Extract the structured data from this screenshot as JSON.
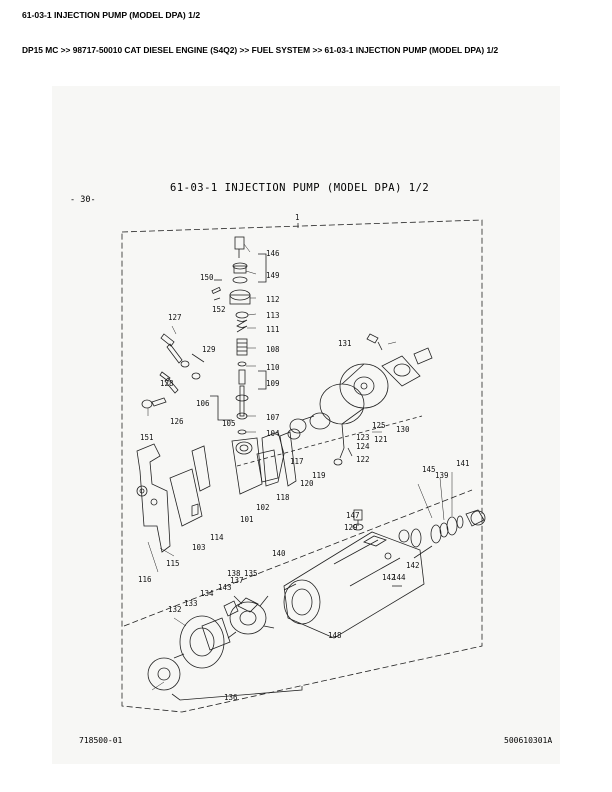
{
  "header": {
    "title": "61-03-1 INJECTION PUMP (MODEL DPA) 1/2",
    "breadcrumb": "DP15 MC >> 98717-50010 CAT DIESEL ENGINE (S4Q2) >> FUEL SYSTEM >> 61-03-1 INJECTION PUMP (MODEL DPA) 1/2"
  },
  "diagram": {
    "title": "61-03-1 INJECTION PUMP (MODEL DPA) 1/2",
    "page_number": "- 30-",
    "code_left": "718500-01",
    "code_right": "500610301A",
    "callouts": {
      "c1": "1",
      "c146": "146",
      "c149": "149",
      "c150": "150",
      "c152": "152",
      "c112": "112",
      "c113": "113",
      "c111": "111",
      "c108": "108",
      "c110": "110",
      "c109": "109",
      "c107": "107",
      "c105": "105",
      "c106": "106",
      "c104": "104",
      "c127": "127",
      "c129": "129",
      "c128": "128",
      "c126": "126",
      "c151": "151",
      "c131": "131",
      "c125": "125",
      "c121": "121",
      "c130": "130",
      "c123": "123",
      "c124": "124",
      "c122": "122",
      "c117": "117",
      "c119": "119",
      "c120": "120",
      "c118": "118",
      "c102": "102",
      "c101": "101",
      "c114": "114",
      "c103": "103",
      "c115": "115",
      "c116": "116",
      "c139": "139",
      "c145": "145",
      "c141": "141",
      "c147": "147",
      "c129b": "129",
      "c140": "140",
      "c142": "142",
      "c144": "144",
      "c142b": "142",
      "c138": "138",
      "c137": "137",
      "c135": "135",
      "c143": "143",
      "c134": "134",
      "c133": "133",
      "c132": "132",
      "c148": "148",
      "c136": "136"
    }
  }
}
